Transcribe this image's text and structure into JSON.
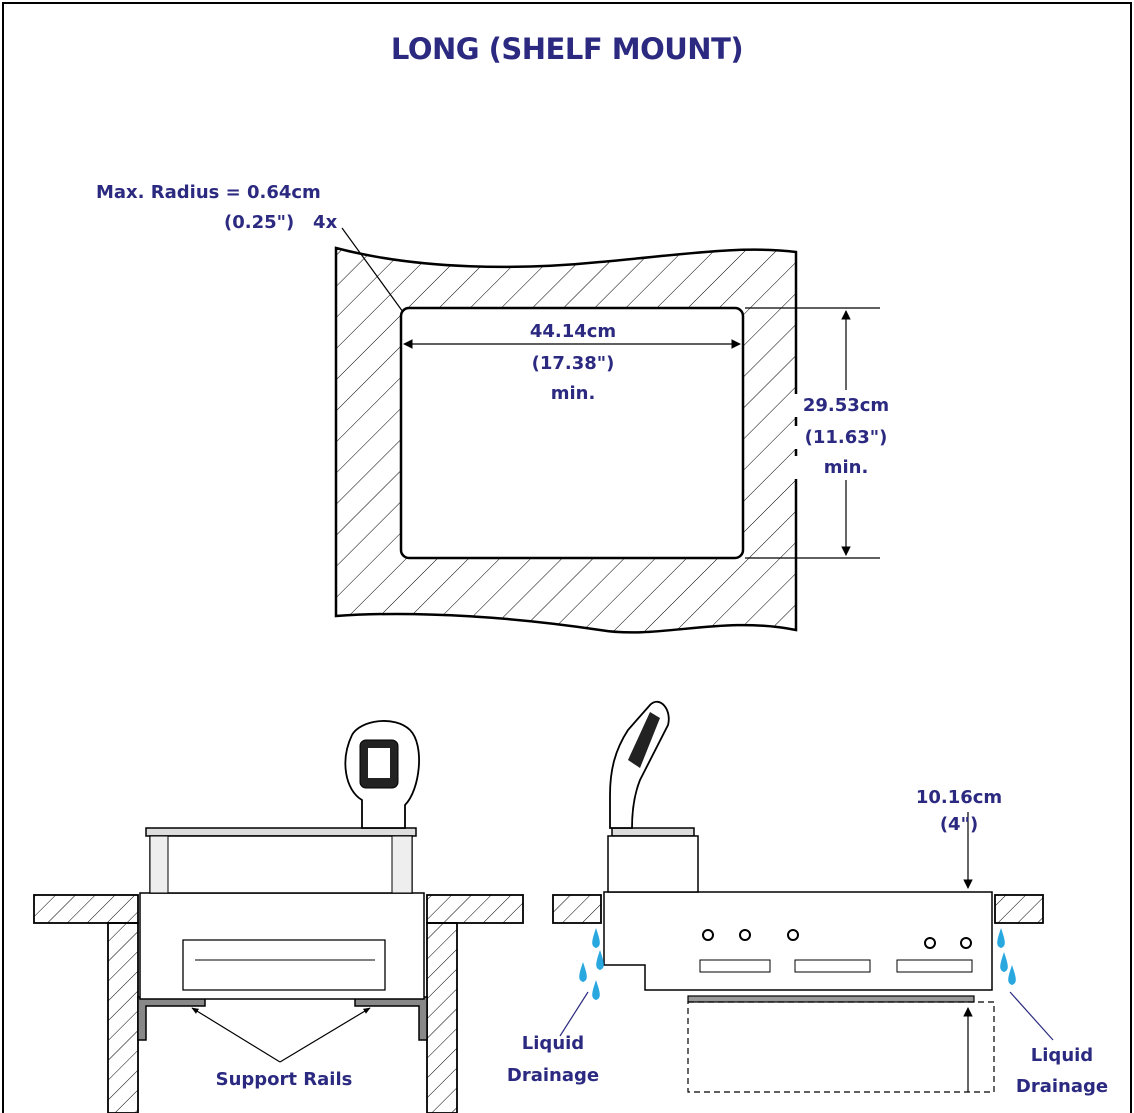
{
  "title": "LONG (SHELF MOUNT)",
  "cutout": {
    "radius_label_line1": "Max. Radius = 0.64cm",
    "radius_label_line2": "(0.25\")   4x",
    "width_line1": "44.14cm",
    "width_line2": "(17.38\")",
    "width_line3": "min.",
    "height_line1": "29.53cm",
    "height_line2": "(11.63\")",
    "height_line3": "min."
  },
  "front_view": {
    "support_rails_label": "Support Rails",
    "liquid_drainage_label_line1": "Liquid",
    "liquid_drainage_label_line2": "Drainage"
  },
  "side_view": {
    "clearance_line1": "10.16cm",
    "clearance_line2": "(4\")",
    "liquid_drainage_label_line1": "Liquid",
    "liquid_drainage_label_line2": "Drainage"
  },
  "colors": {
    "label": "#2b2a80",
    "line": "#000000",
    "water": "#29a8e0",
    "hatch": "#000000"
  }
}
